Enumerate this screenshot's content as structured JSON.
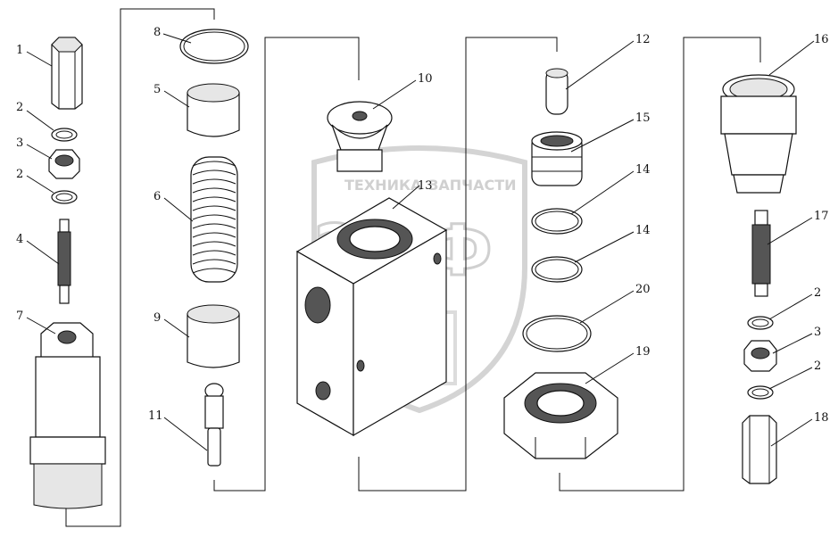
{
  "watermark": {
    "line1": "ТЕХНИКА",
    "line2": "ЗАПЧАСТИ",
    "logo": "ЭПФ"
  },
  "callouts": [
    {
      "id": "c1",
      "text": "1"
    },
    {
      "id": "c2a",
      "text": "2"
    },
    {
      "id": "c3a",
      "text": "3"
    },
    {
      "id": "c2b",
      "text": "2"
    },
    {
      "id": "c4",
      "text": "4"
    },
    {
      "id": "c7",
      "text": "7"
    },
    {
      "id": "c8",
      "text": "8"
    },
    {
      "id": "c5",
      "text": "5"
    },
    {
      "id": "c6",
      "text": "6"
    },
    {
      "id": "c9",
      "text": "9"
    },
    {
      "id": "c11",
      "text": "11"
    },
    {
      "id": "c10",
      "text": "10"
    },
    {
      "id": "c13",
      "text": "13"
    },
    {
      "id": "c12",
      "text": "12"
    },
    {
      "id": "c15",
      "text": "15"
    },
    {
      "id": "c14a",
      "text": "14"
    },
    {
      "id": "c14b",
      "text": "14"
    },
    {
      "id": "c20",
      "text": "20"
    },
    {
      "id": "c19",
      "text": "19"
    },
    {
      "id": "c16",
      "text": "16"
    },
    {
      "id": "c17",
      "text": "17"
    },
    {
      "id": "c2c",
      "text": "2"
    },
    {
      "id": "c3b",
      "text": "3"
    },
    {
      "id": "c2d",
      "text": "2"
    },
    {
      "id": "c18",
      "text": "18"
    }
  ]
}
